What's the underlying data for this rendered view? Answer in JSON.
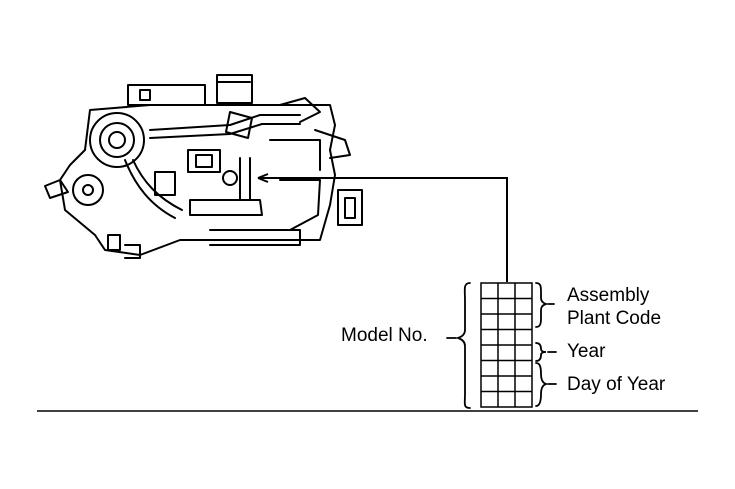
{
  "labels": {
    "model_no": "Model No.",
    "assembly_line1": "Assembly",
    "assembly_line2": "Plant Code",
    "year": "Year",
    "day_of_year": "Day of Year"
  },
  "code_plate": {
    "rows": 8,
    "columns": 3
  },
  "colors": {
    "ink": "#000000",
    "background": "#ffffff"
  }
}
